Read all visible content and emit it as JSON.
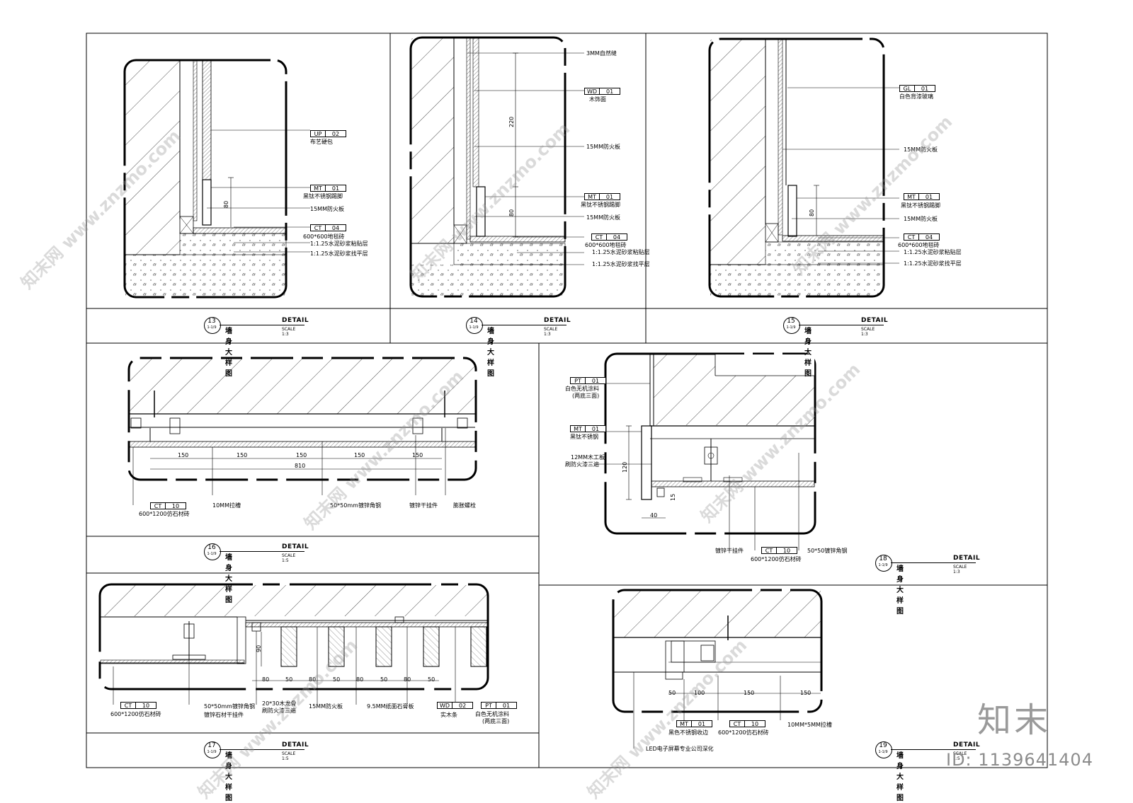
{
  "details": [
    {
      "id": "d13",
      "number": "13",
      "sub": "1-1/9",
      "name": "墙身大样图",
      "detail_label": "DETAIL",
      "scale": "SCALE 1:3",
      "tags": [
        {
          "code": "UP",
          "num": "02",
          "desc": "布艺硬包"
        },
        {
          "code": "MT",
          "num": "01",
          "desc": "黑钛不锈钢踢脚"
        },
        {
          "code": "CT",
          "num": "04",
          "desc": "600*600地毯砖"
        }
      ],
      "notes": [
        "15MM防火板",
        "1:1.25水泥砂浆粘贴层",
        "1:1.25水泥砂浆找平层"
      ],
      "dims": [
        "80"
      ]
    },
    {
      "id": "d14",
      "number": "14",
      "sub": "1-1/9",
      "name": "墙身大样图",
      "detail_label": "DETAIL",
      "scale": "SCALE 1:3",
      "tags": [
        {
          "code": "WD",
          "num": "01",
          "desc": "木饰面"
        },
        {
          "code": "MT",
          "num": "01",
          "desc": "黑钛不锈钢踢脚"
        },
        {
          "code": "CT",
          "num": "04",
          "desc": "600*600地毯砖"
        }
      ],
      "notes": [
        "3MM自然缝",
        "15MM防火板",
        "15MM防火板",
        "1:1.25水泥砂浆粘贴层",
        "1:1.25水泥砂浆找平层"
      ],
      "dims": [
        "220",
        "80"
      ]
    },
    {
      "id": "d15",
      "number": "15",
      "sub": "1-1/9",
      "name": "墙身大样图",
      "detail_label": "DETAIL",
      "scale": "SCALE 1:3",
      "tags": [
        {
          "code": "GL",
          "num": "01",
          "desc": "白色背漆玻璃"
        },
        {
          "code": "MT",
          "num": "01",
          "desc": "黑钛不锈钢踢脚"
        },
        {
          "code": "CT",
          "num": "04",
          "desc": "600*600地毯砖"
        }
      ],
      "notes": [
        "15MM防火板",
        "15MM防火板",
        "1:1.25水泥砂浆粘贴层",
        "1:1.25水泥砂浆找平层"
      ],
      "dims": [
        "80"
      ]
    },
    {
      "id": "d16",
      "number": "16",
      "sub": "1-1/9",
      "name": "墙身大样图",
      "detail_label": "DETAIL",
      "scale": "SCALE 1:5",
      "tags": [
        {
          "code": "CT",
          "num": "10",
          "desc": "600*1200仿石材砖"
        }
      ],
      "notes": [
        "10MM拉槽",
        "50*50mm镀锌角钢",
        "镀锌干挂件",
        "膨胀螺栓"
      ],
      "dims": [
        "150",
        "150",
        "150",
        "150",
        "150",
        "810"
      ]
    },
    {
      "id": "d17",
      "number": "17",
      "sub": "1-1/9",
      "name": "墙身大样图",
      "detail_label": "DETAIL",
      "scale": "SCALE 1:5",
      "tags": [
        {
          "code": "CT",
          "num": "10",
          "desc": "600*1200仿石材砖"
        },
        {
          "code": "WD",
          "num": "02",
          "desc": "实木条"
        },
        {
          "code": "PT",
          "num": "01",
          "desc": "白色无机涂料"
        }
      ],
      "notes": [
        "50*50mm镀锌角钢",
        "镀锌石材干挂件",
        "20*30木龙骨",
        "刷防火漆三遍",
        "15MM防火板",
        "9.5MM纸面石膏板",
        "(两底三面)"
      ],
      "dims": [
        "90",
        "80",
        "50",
        "80",
        "50",
        "80",
        "50",
        "80",
        "50"
      ]
    },
    {
      "id": "d18",
      "number": "18",
      "sub": "1-1/9",
      "name": "墙身大样图",
      "detail_label": "DETAIL",
      "scale": "SCALE 1:3",
      "tags": [
        {
          "code": "PT",
          "num": "01",
          "desc": "白色无机涂料"
        },
        {
          "code": "MT",
          "num": "01",
          "desc": "黑钛不锈钢"
        },
        {
          "code": "CT",
          "num": "10",
          "desc": "600*1200仿石材砖"
        }
      ],
      "notes": [
        "(两底三面)",
        "12MM木工板",
        "刷防火漆三遍",
        "镀锌干挂件",
        "50*50镀锌角钢"
      ],
      "dims": [
        "120",
        "15",
        "40"
      ]
    },
    {
      "id": "d19",
      "number": "19",
      "sub": "1-1/9",
      "name": "墙身大样图",
      "detail_label": "DETAIL",
      "scale": "SCALE 1:5",
      "tags": [
        {
          "code": "MT",
          "num": "01",
          "desc": "黑色不锈钢收边"
        },
        {
          "code": "CT",
          "num": "10",
          "desc": "600*1200仿石材砖"
        }
      ],
      "notes": [
        "10MM*5MM拉槽",
        "LED电子屏幕专业公司深化"
      ],
      "dims": [
        "50",
        "100",
        "150",
        "150"
      ]
    }
  ],
  "watermark": "知末网 www.znzmo.com",
  "brand": "知末",
  "image_id": "ID: 1139641404"
}
